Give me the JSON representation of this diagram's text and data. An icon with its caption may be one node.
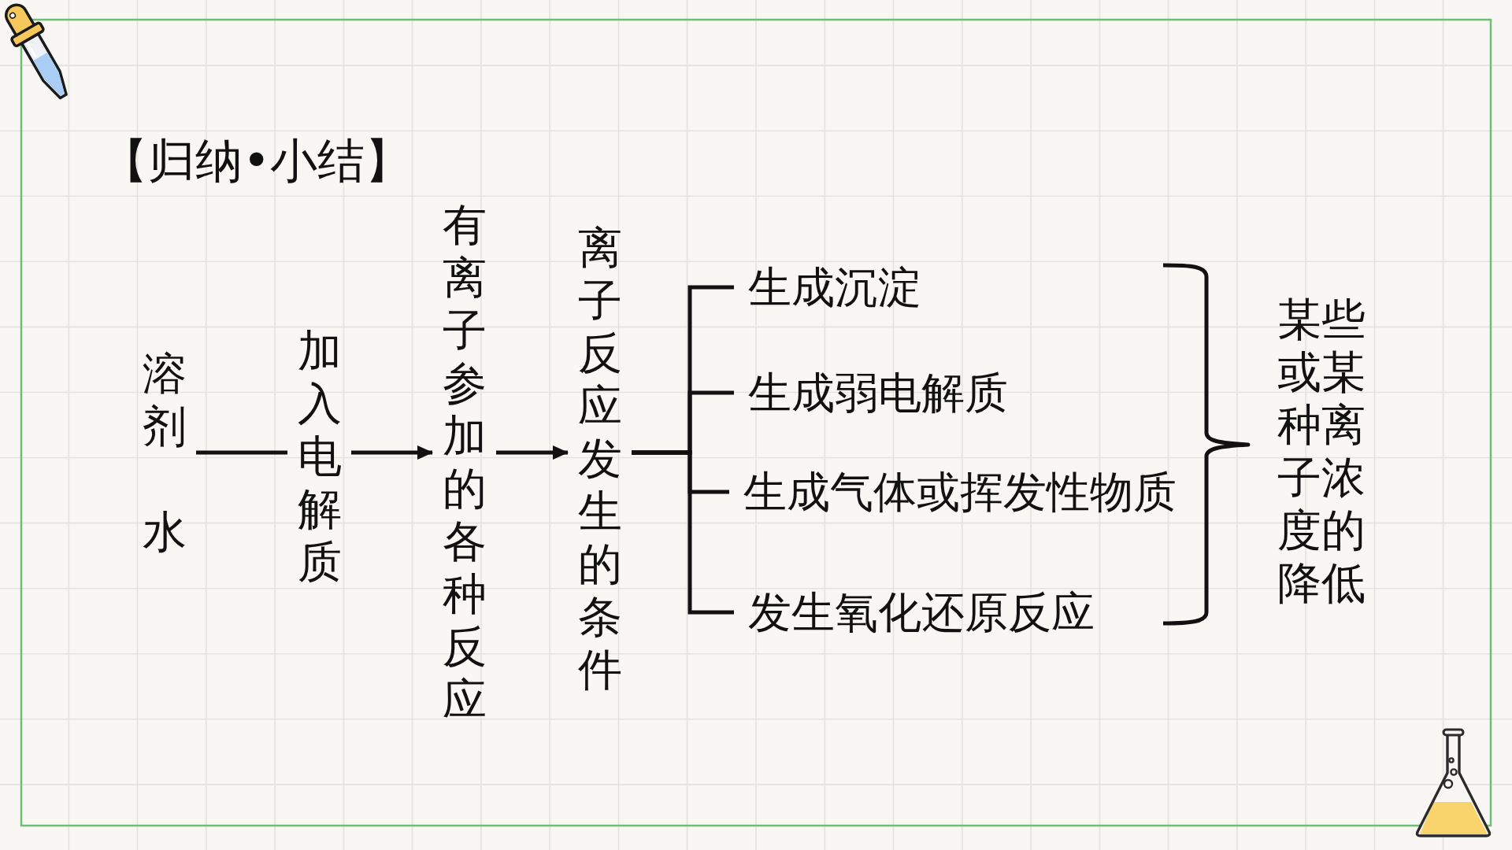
{
  "diagram": {
    "title": "【归纳•小结】",
    "nodes": [
      {
        "text": [
          "溶剂",
          "水"
        ]
      },
      {
        "text": [
          "加入电解质"
        ]
      },
      {
        "text": [
          "有离子参加的各种反应"
        ]
      },
      {
        "text": [
          "离子反应发生的条件"
        ]
      },
      {
        "text": [
          "生成沉淀"
        ]
      },
      {
        "text": [
          "生成弱电解质"
        ]
      },
      {
        "text": [
          "生成气体或挥发性物质"
        ]
      },
      {
        "text": [
          "发生氧化还原反应"
        ]
      },
      {
        "text": [
          "某些或某种离子浓度的降低"
        ]
      }
    ],
    "edges": [
      {
        "from": 0,
        "to": 1,
        "arrow": "none"
      },
      {
        "from": 1,
        "to": 2,
        "arrow": "to"
      },
      {
        "from": 2,
        "to": 3,
        "arrow": "to"
      },
      {
        "from": 3,
        "to": 4,
        "arrow": "none"
      },
      {
        "from": 3,
        "to": 5,
        "arrow": "none"
      },
      {
        "from": 3,
        "to": 6,
        "arrow": "none"
      },
      {
        "from": 3,
        "to": 7,
        "arrow": "none"
      }
    ]
  }
}
